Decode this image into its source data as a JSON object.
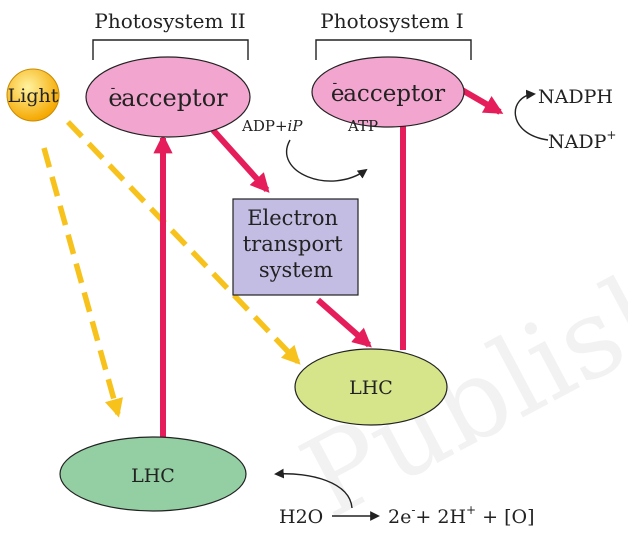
{
  "diagram": {
    "photosystem_ii_label": "Photosystem II",
    "photosystem_i_label": "Photosystem I",
    "light_label": "Light",
    "ps2_acceptor": {
      "electron": "e",
      "text": "acceptor"
    },
    "ps1_acceptor": {
      "electron": "e",
      "text": "acceptor"
    },
    "nadph_label": "NADPH",
    "nadp_label": {
      "text": "NADP",
      "sup": "+"
    },
    "adp_label": {
      "text": "ADP+",
      "italic": "iP"
    },
    "atp_label": "ATP",
    "ets_lines": [
      "Electron",
      "transport",
      "system"
    ],
    "lhc_ps1_label": "LHC",
    "lhc_ps2_label": "LHC",
    "water_label": "H2O",
    "products_label": {
      "a": "2e",
      "a_sup": "-",
      "b": "+ 2H",
      "b_sup": "+",
      "c": " + [O]"
    },
    "watermark": "Published",
    "colors": {
      "acceptor_fill": "#f2a6cf",
      "light_fill": "#f8c21a",
      "ets_fill": "#c3bde3",
      "lhc_ps1_fill": "#d6e58a",
      "lhc_ps2_fill": "#93cfa2",
      "electron_arrow": "#e51e5b",
      "light_arrow": "#f7c21b",
      "line": "#222222"
    }
  }
}
